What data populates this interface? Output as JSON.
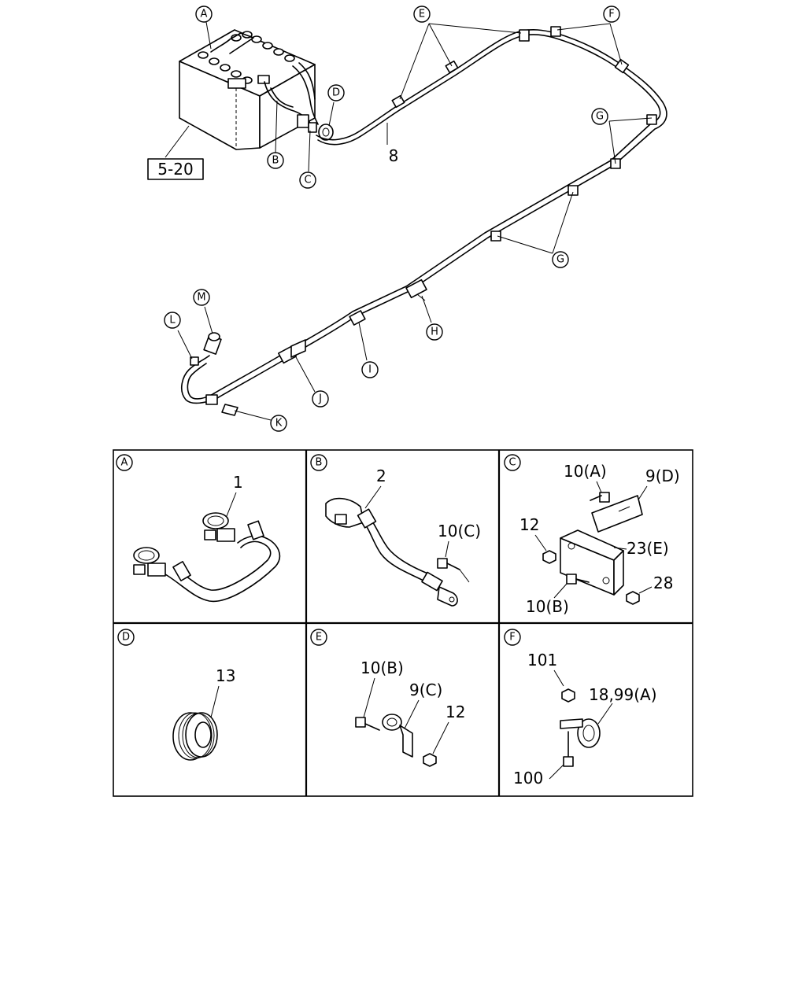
{
  "diagram": {
    "reference_box": "5-20",
    "callouts": {
      "A": "A",
      "B": "B",
      "C": "C",
      "D": "D",
      "E": "E",
      "F": "F",
      "G": "G",
      "H": "H",
      "I": "I",
      "J": "J",
      "K": "K",
      "L": "L",
      "M": "M"
    },
    "cable_part_number": "8",
    "details": [
      {
        "letter": "A",
        "parts": [
          "1"
        ]
      },
      {
        "letter": "B",
        "parts": [
          "2",
          "10(C)"
        ]
      },
      {
        "letter": "C",
        "parts": [
          "10(A)",
          "9(D)",
          "12",
          "23(E)",
          "10(B)",
          "28"
        ]
      },
      {
        "letter": "D",
        "parts": [
          "13"
        ]
      },
      {
        "letter": "E",
        "parts": [
          "10(B)",
          "9(C)",
          "12"
        ]
      },
      {
        "letter": "F",
        "parts": [
          "101",
          "18,99(A)",
          "100"
        ]
      }
    ]
  }
}
